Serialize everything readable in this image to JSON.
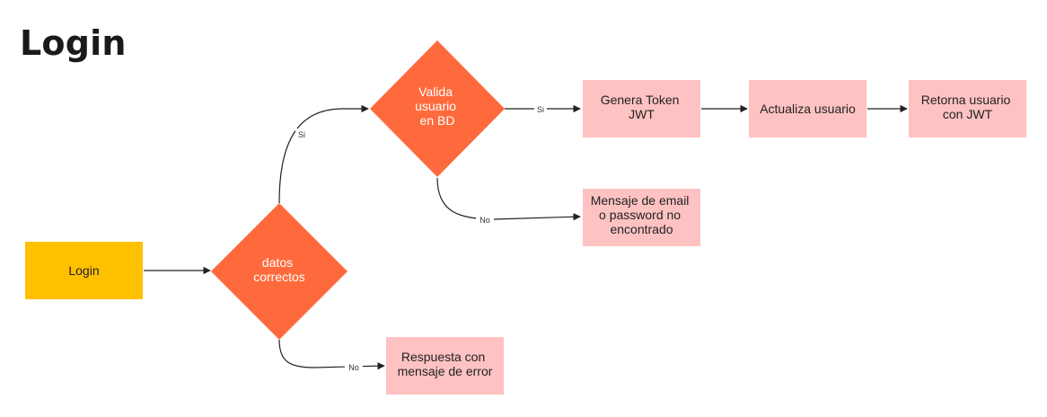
{
  "title": "Login",
  "colors": {
    "start": "#FFC000",
    "decision": "#FF6A3D",
    "process": "#FFC2C2",
    "edge": "#222222"
  },
  "nodes": {
    "login": [
      "Login"
    ],
    "datos_correctos": [
      "datos",
      "correctos"
    ],
    "valida_usuario": [
      "Valida",
      "usuario",
      "en BD"
    ],
    "genera_token": [
      "Genera Token",
      "JWT"
    ],
    "actualiza_usuario": [
      "Actualiza usuario"
    ],
    "retorna_usuario": [
      "Retorna usuario",
      "con JWT"
    ],
    "mensaje_email": [
      "Mensaje de email",
      "o password no",
      "encontrado"
    ],
    "respuesta_error": [
      "Respuesta con",
      "mensaje de error"
    ]
  },
  "edge_labels": {
    "datos_si": "Si",
    "datos_no": "No",
    "valida_si": "Si",
    "valida_no": "No"
  }
}
